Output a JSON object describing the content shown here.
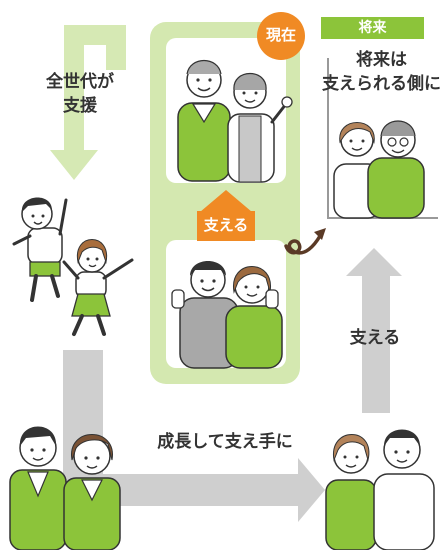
{
  "texts": {
    "all_generations_line1": "全世代が",
    "all_generations_line2": "支援",
    "current_badge": "現在",
    "future_badge": "将来",
    "future_text_line1": "将来は",
    "future_text_line2": "支えられる側に",
    "support_inner": "支える",
    "support_right": "支える",
    "grow_text": "成長して支え手に"
  },
  "colors": {
    "green_accent": "#8cc43a",
    "green_light": "#d4e8b0",
    "gray_arrow": "#cfcfcf",
    "orange": "#f08a24",
    "brown_curl": "#5a3a26"
  }
}
